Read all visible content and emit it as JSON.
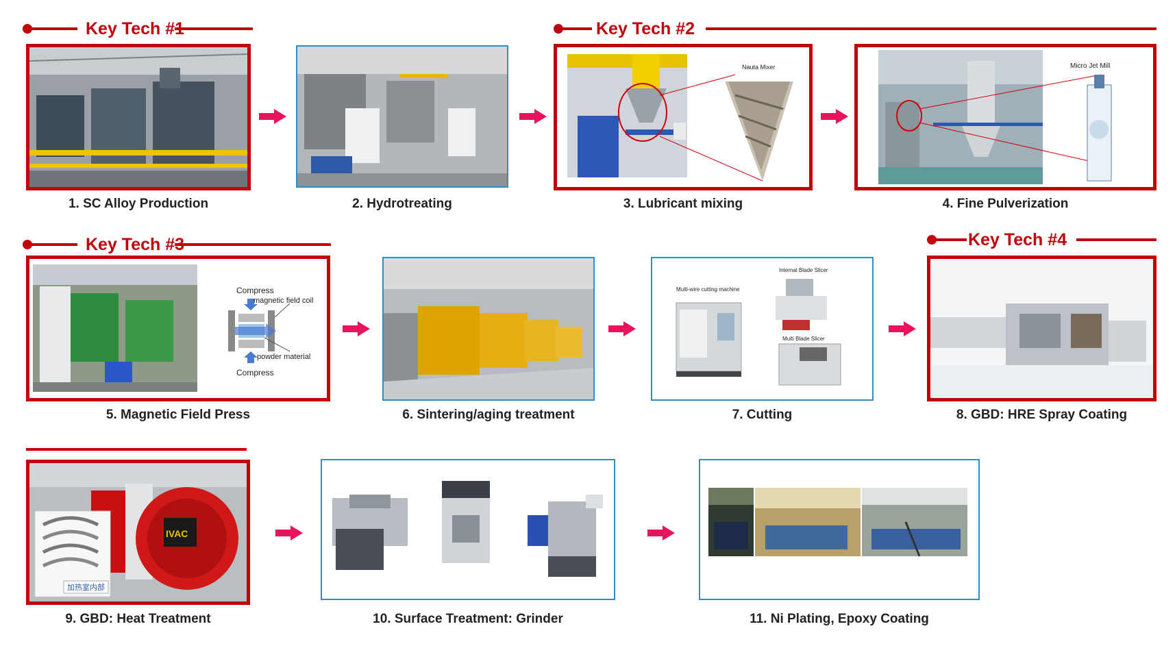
{
  "key_techs": [
    {
      "label": "Key Tech #1"
    },
    {
      "label": "Key Tech #2"
    },
    {
      "label": "Key Tech #3"
    },
    {
      "label": "Key Tech #4"
    }
  ],
  "steps": [
    {
      "caption": "1. SC Alloy Production"
    },
    {
      "caption": "2. Hydrotreating"
    },
    {
      "caption": "3. Lubricant mixing"
    },
    {
      "caption": "4. Fine Pulverization"
    },
    {
      "caption": "5. Magnetic Field Press"
    },
    {
      "caption": "6. Sintering/aging treatment"
    },
    {
      "caption": "7. Cutting"
    },
    {
      "caption": "8. GBD: HRE Spray Coating"
    },
    {
      "caption": "9. GBD: Heat Treatment"
    },
    {
      "caption": "10. Surface Treatment: Grinder"
    },
    {
      "caption": "11. Ni Plating, Epoxy Coating"
    }
  ],
  "inset_labels": {
    "nauta_mixer": "Nauta Mixer",
    "micro_jet_mill": "Micro Jet Mill",
    "compress_top": "Compress",
    "compress_bottom": "Compress",
    "magnetic_field_coil": "magnetic field coil",
    "powder_material": "powder material",
    "multi_wire": "Multi-wire cutting machine",
    "internal_blade": "Internal Blade Slicer",
    "multi_blade": "Multi Blade Slicer",
    "vac_logo": "IVAC",
    "heating_chamber": "加热室内部"
  },
  "colors": {
    "accent_red": "#c0000a",
    "arrow_pink": "#e8145a",
    "frame_blue": "#2e8ec9"
  }
}
